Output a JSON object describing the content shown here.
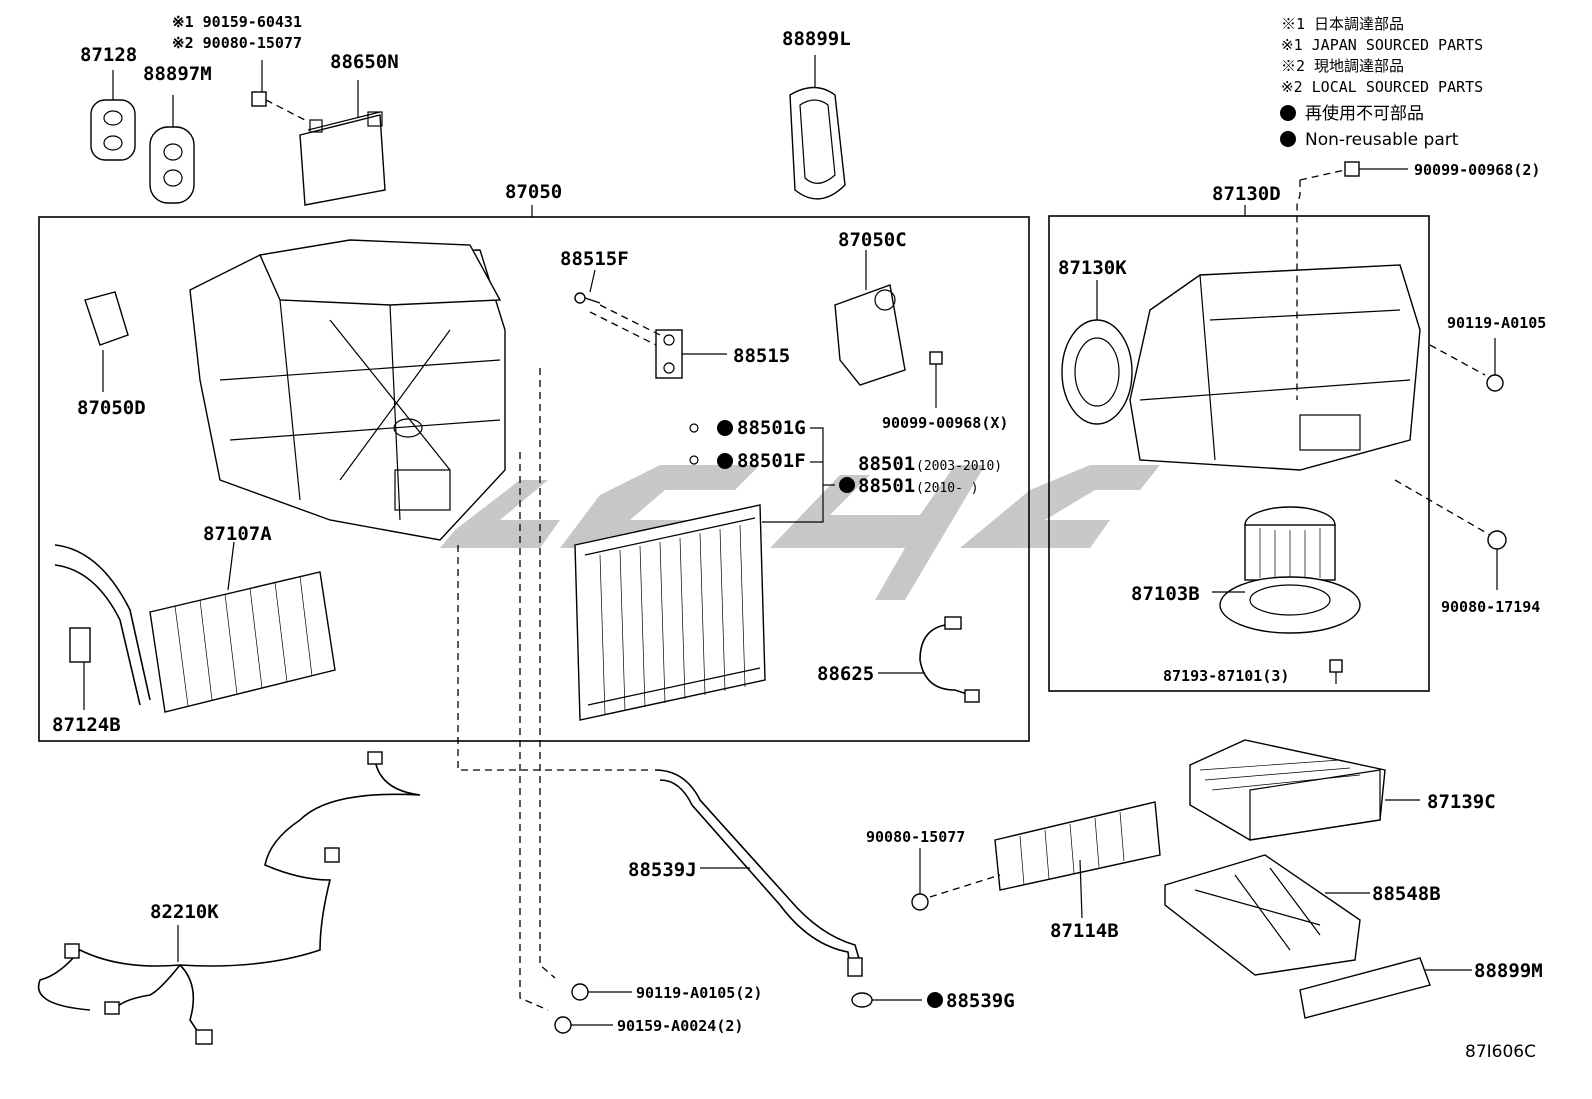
{
  "legend": {
    "l1": "※1 日本調達部品",
    "l2": "※1 JAPAN SOURCED PARTS",
    "l3": "※2 現地調達部品",
    "l4": "※2 LOCAL SOURCED PARTS",
    "l5": "再使用不可部品",
    "l6": "Non-reusable part"
  },
  "watermark": "cc4c",
  "diagram_code": "87I606C",
  "parts": {
    "p87128": "87128",
    "p88897M": "88897M",
    "note1": "※1 90159-60431",
    "note2": "※2 90080-15077",
    "p88650N": "88650N",
    "p88899L": "88899L",
    "p87050": "87050",
    "p87130D": "87130D",
    "p90099_00968_2": "90099-00968(2)",
    "p87050C": "87050C",
    "p88515F": "88515F",
    "p88515": "88515",
    "p87050D": "87050D",
    "p90099_00968_X": "90099-00968(X)",
    "p88501G": "88501G",
    "p88501F": "88501F",
    "p88501a": "88501",
    "p88501a_yr": "(2003-2010)",
    "p88501b": "88501",
    "p88501b_yr": "(2010-     )",
    "p87107A": "87107A",
    "p87124B": "87124B",
    "p88625": "88625",
    "p87130K": "87130K",
    "p90119_A0105": "90119-A0105",
    "p90080_17194": "90080-17194",
    "p87103B": "87103B",
    "p87193_87101": "87193-87101(3)",
    "p87139C": "87139C",
    "p90080_15077": "90080-15077",
    "p88548B": "88548B",
    "p87114B": "87114B",
    "p88899M": "88899M",
    "p88539J": "88539J",
    "p82210K": "82210K",
    "p90119_A0105_2": "90119-A0105(2)",
    "p90159_A0024_2": "90159-A0024(2)",
    "p88539G": "88539G"
  }
}
